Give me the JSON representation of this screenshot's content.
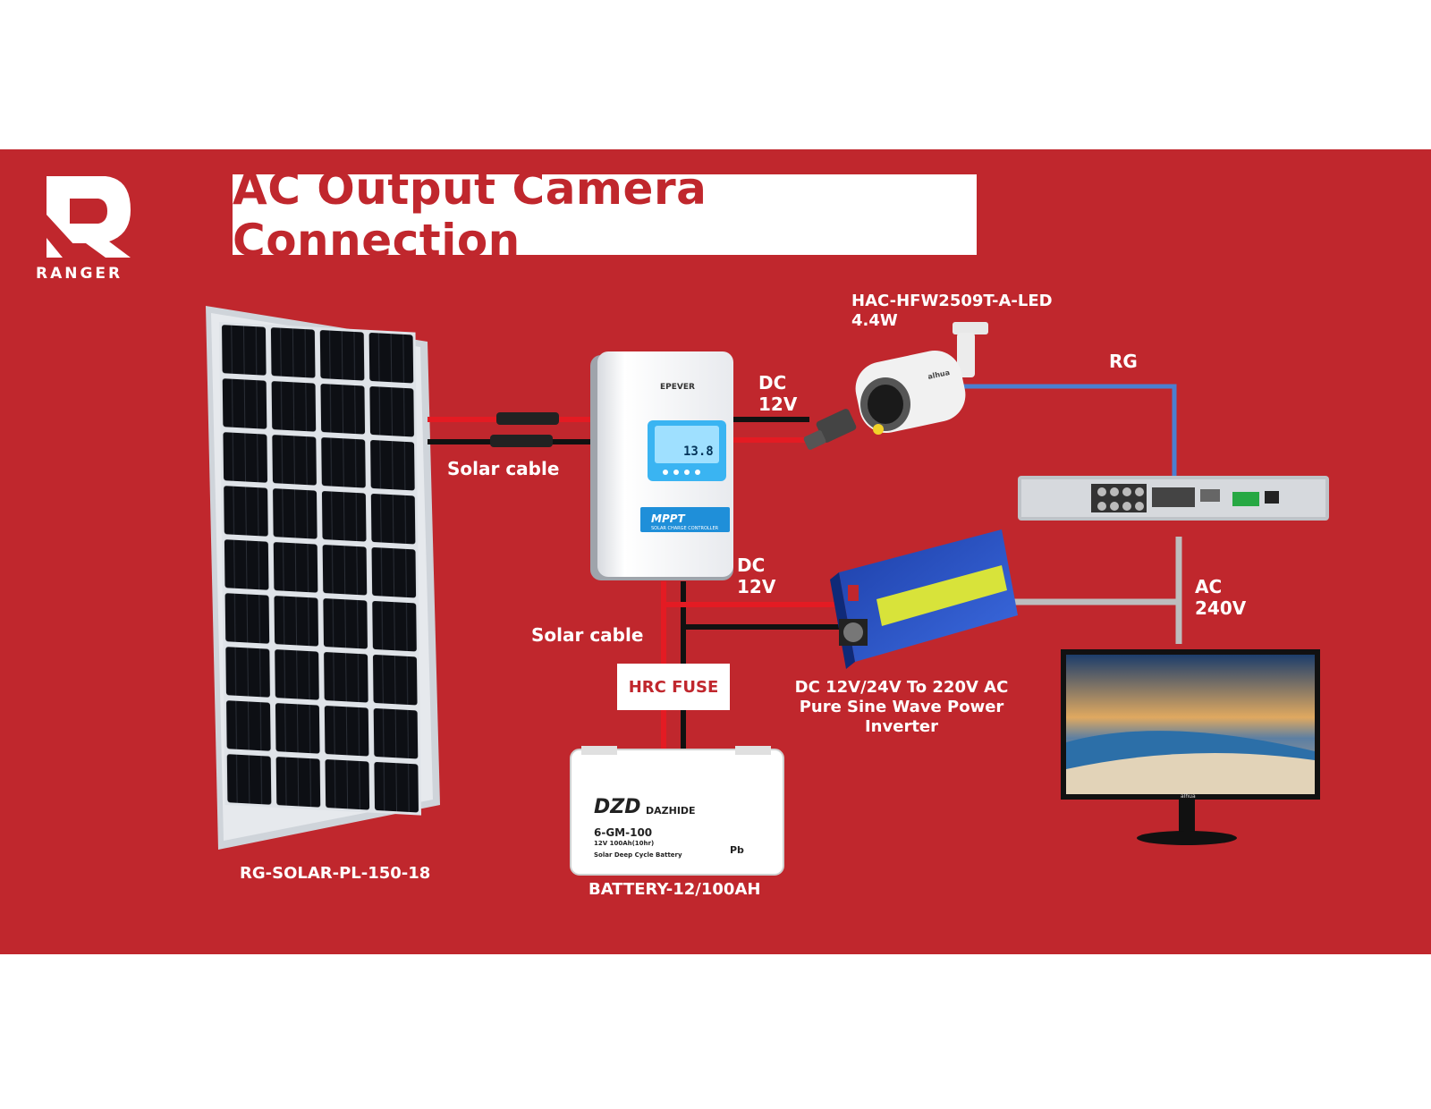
{
  "title": "AC Output Camera Connection",
  "brand": {
    "name": "RANGER"
  },
  "colors": {
    "background": "#c0272d",
    "cable_red": "#e41b23",
    "cable_black": "#111111",
    "cable_blue": "#4a7fd0",
    "cable_gray": "#bdbdbd"
  },
  "components": {
    "solar_panel": {
      "label": "RG-SOLAR-PL-150-18"
    },
    "controller": {
      "brand": "EPEVER",
      "display": "13.8",
      "badge": "MPPT",
      "subtitle": "SOLAR CHARGE CONTROLLER"
    },
    "camera": {
      "model": "HAC-HFW2509T-A-LED",
      "power": "4.4W",
      "brand": "alhua"
    },
    "dvr": {},
    "inverter": {
      "line1": "DC 12V/24V To 220V AC",
      "line2": "Pure Sine Wave Power",
      "line3": "Inverter"
    },
    "battery": {
      "label": "BATTERY-12/100AH",
      "brand": "DAZHIDE",
      "logo": "DZD",
      "model": "6-GM-100",
      "spec": "12V 100Ah(10hr)",
      "type": "Solar Deep Cycle Battery",
      "pb": "Pb"
    },
    "monitor": {
      "brand": "alhua"
    },
    "fuse": {
      "label": "HRC FUSE"
    }
  },
  "connections": {
    "solar_cable_top": "Solar cable",
    "solar_cable_bottom": "Solar cable",
    "dc_camera": {
      "line1": "DC",
      "line2": "12V"
    },
    "dc_inverter": {
      "line1": "DC",
      "line2": "12V"
    },
    "rg": "RG",
    "ac": {
      "line1": "AC",
      "line2": "240V"
    }
  }
}
